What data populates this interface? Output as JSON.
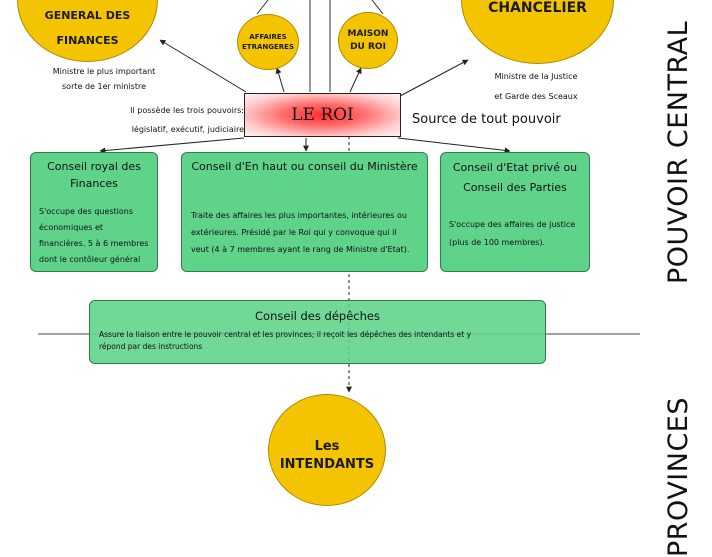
{
  "circles": {
    "finances": {
      "line1": "GENERAL DES",
      "line2": "FINANCES"
    },
    "affaires": {
      "line1": "AFFAIRES",
      "line2": "ETRANGERES"
    },
    "maison": {
      "line1": "MAISON",
      "line2": "DU ROI"
    },
    "chancelier": {
      "label": "CHANCELIER"
    },
    "intendants": {
      "line1": "Les",
      "line2": "INTENDANTS"
    }
  },
  "notes": {
    "finances_line1": "Ministre le plus important",
    "finances_line2": "sorte de 1er ministre",
    "chancelier_line1": "Ministre de la Justice",
    "chancelier_line2": "et Garde des Sceaux",
    "pouvoirs_line1": "Il possède les trois pouvoirs:",
    "pouvoirs_line2": "législatif, exécutif, judiciaire"
  },
  "roi": {
    "label": "LE ROI",
    "caption": "Source de tout pouvoir"
  },
  "boxes": {
    "finances": {
      "title_line1": "Conseil royal des",
      "title_line2": "Finances",
      "lines": [
        "S'occupe des questions",
        "économiques et",
        "financières. 5 à 6 membres",
        "dont le contôleur général"
      ]
    },
    "en_haut": {
      "title": "Conseil d'En haut ou conseil du Ministère",
      "lines": [
        "Traite des affaires les plus importantes, intérieures ou",
        "extérieures. Présidé par le Roi qui y convoque qui il",
        "veut (4 à 7 membres ayant le rang de Ministre d'Etat)."
      ]
    },
    "etat": {
      "title_line1": "Conseil d'Etat privé ou",
      "title_line2": "Conseil des Parties",
      "lines": [
        "S'occupe des affaires de justice",
        "(plus de 100 membres)."
      ]
    },
    "depeches": {
      "title": "Conseil des dépêches",
      "lines": [
        "Assure la liaison entre le pouvoir central et les provinces; il reçoit les dépêches des intendants et y",
        "répond par des instructions"
      ]
    }
  },
  "side_labels": {
    "pouvoir_central": "POUVOIR CENTRAL",
    "provinces": "PROVINCES"
  },
  "colors": {
    "circle": "#f5c400",
    "box": "#5fd38a",
    "roi_core": "#ff3b3b"
  }
}
